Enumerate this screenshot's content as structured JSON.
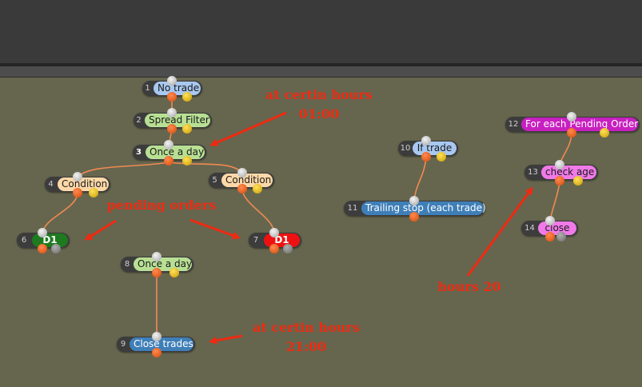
{
  "blocks": [
    {
      "num": "1",
      "label": "No trade",
      "color": "blue-light"
    },
    {
      "num": "2",
      "label": "Spread Filter",
      "color": "green"
    },
    {
      "num": "3",
      "label": "Once a day",
      "color": "green"
    },
    {
      "num": "4",
      "label": "Condition",
      "color": "peach"
    },
    {
      "num": "5",
      "label": "Condition",
      "color": "peach"
    },
    {
      "num": "6",
      "label": "D1",
      "color": "dark-green"
    },
    {
      "num": "7",
      "label": "D1",
      "color": "red"
    },
    {
      "num": "8",
      "label": "Once a day",
      "color": "green"
    },
    {
      "num": "9",
      "label": "Close trades",
      "color": "blue"
    },
    {
      "num": "10",
      "label": "If trade",
      "color": "blue-light"
    },
    {
      "num": "11",
      "label": "Trailing stop (each trade)",
      "color": "blue"
    },
    {
      "num": "12",
      "label": "For each Pending Order",
      "color": "magenta"
    },
    {
      "num": "13",
      "label": "check age",
      "color": "pink"
    },
    {
      "num": "14",
      "label": "close",
      "color": "pink"
    }
  ],
  "annotations": {
    "open_hours": {
      "line1": "at certin hours",
      "line2": "01:00"
    },
    "pending_orders": {
      "line1": "pending orders"
    },
    "close_hours": {
      "line1": "at certin hours",
      "line2": "21:00"
    },
    "age_hours": {
      "line1": "hours 20"
    }
  },
  "colors": {
    "canvas": "#66664f",
    "annotation": "#ee2a10",
    "link": "#f08a50"
  }
}
